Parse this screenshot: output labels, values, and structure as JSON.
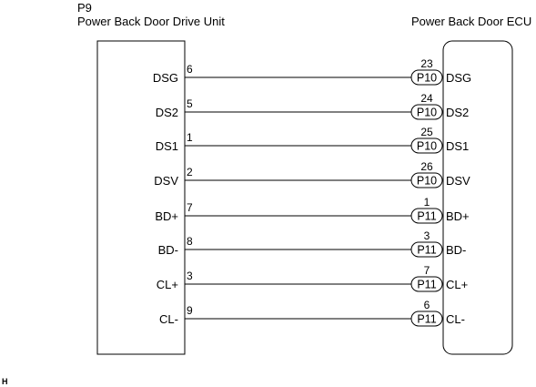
{
  "left_unit": {
    "connector_code": "P9",
    "title": "Power Back Door Drive Unit"
  },
  "right_unit": {
    "title": "Power Back Door ECU"
  },
  "wires": [
    {
      "left_label": "DSG",
      "left_pin": "6",
      "right_pin": "23",
      "right_connector": "P10",
      "right_label": "DSG"
    },
    {
      "left_label": "DS2",
      "left_pin": "5",
      "right_pin": "24",
      "right_connector": "P10",
      "right_label": "DS2"
    },
    {
      "left_label": "DS1",
      "left_pin": "1",
      "right_pin": "25",
      "right_connector": "P10",
      "right_label": "DS1"
    },
    {
      "left_label": "DSV",
      "left_pin": "2",
      "right_pin": "26",
      "right_connector": "P10",
      "right_label": "DSV"
    },
    {
      "left_label": "BD+",
      "left_pin": "7",
      "right_pin": "1",
      "right_connector": "P11",
      "right_label": "BD+"
    },
    {
      "left_label": "BD-",
      "left_pin": "8",
      "right_pin": "3",
      "right_connector": "P11",
      "right_label": "BD-"
    },
    {
      "left_label": "CL+",
      "left_pin": "3",
      "right_pin": "7",
      "right_connector": "P11",
      "right_label": "CL+"
    },
    {
      "left_label": "CL-",
      "left_pin": "9",
      "right_pin": "6",
      "right_connector": "P11",
      "right_label": "CL-"
    }
  ],
  "corner_mark": "H"
}
